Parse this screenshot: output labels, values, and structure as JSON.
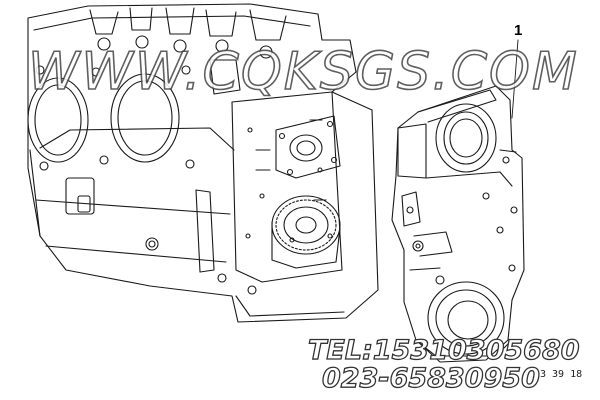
{
  "watermark": "WWW.CQKSGS.COM",
  "callout_label": "1",
  "figure_number": "3 39 18",
  "contact": {
    "line1": "TEL:15310305680",
    "line2": "023-65830950"
  },
  "colors": {
    "line": "#1a1a1a",
    "watermark_outline": "#444444",
    "background": "#ffffff"
  }
}
